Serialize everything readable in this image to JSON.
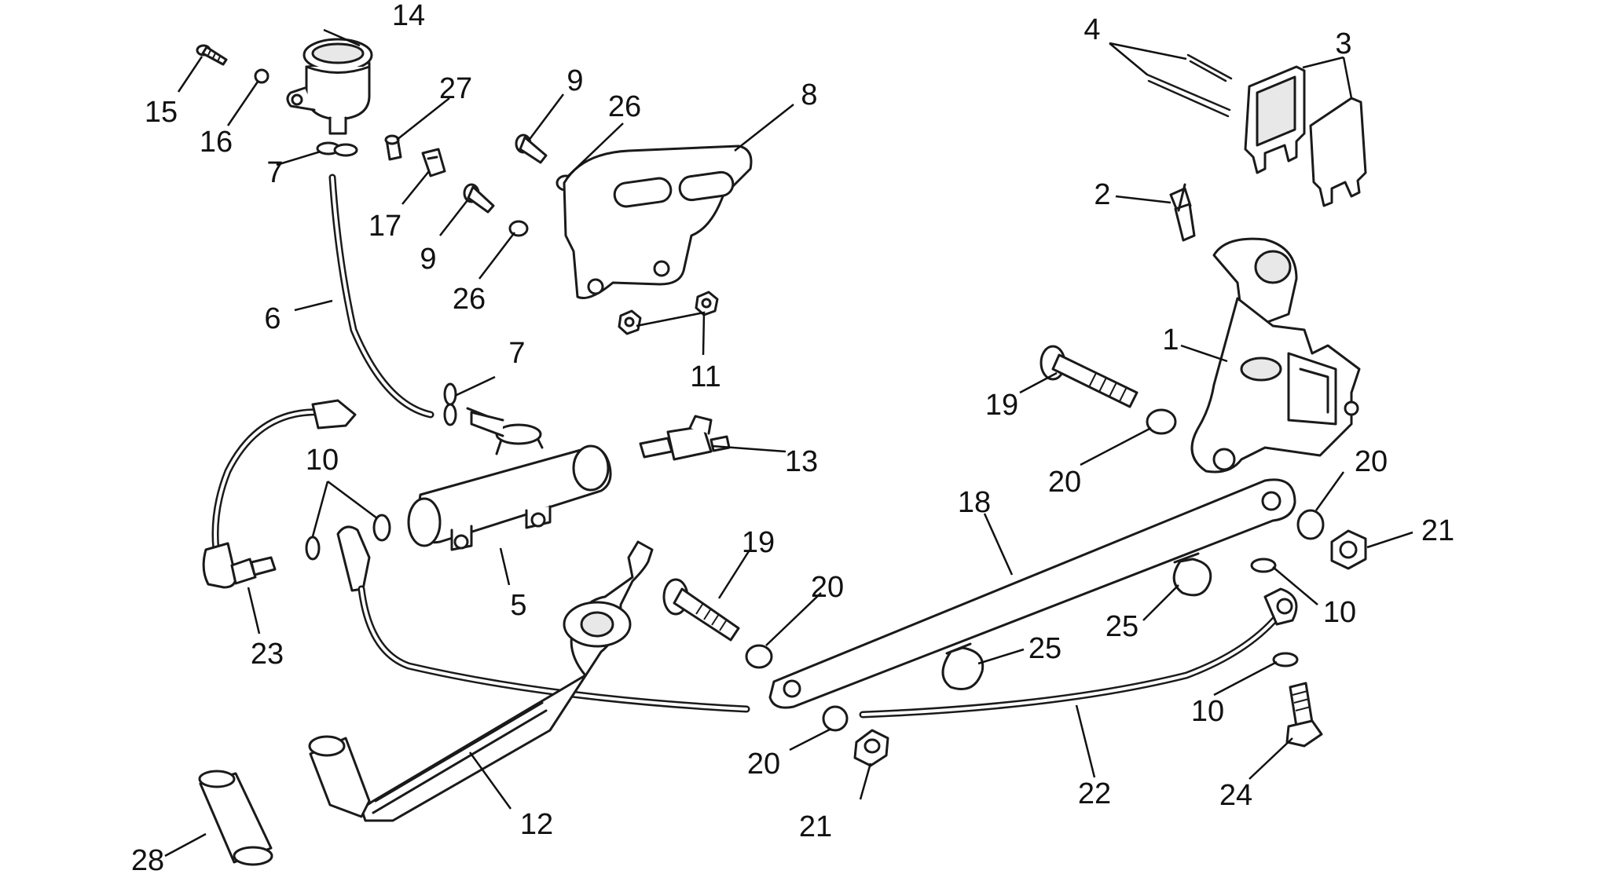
{
  "callouts": [
    {
      "id": "c14",
      "text": "14"
    },
    {
      "id": "c15",
      "text": "15"
    },
    {
      "id": "c16",
      "text": "16"
    },
    {
      "id": "c27",
      "text": "27"
    },
    {
      "id": "c7a",
      "text": "7"
    },
    {
      "id": "c17",
      "text": "17"
    },
    {
      "id": "c9a",
      "text": "9"
    },
    {
      "id": "c26a",
      "text": "26"
    },
    {
      "id": "c9b",
      "text": "9"
    },
    {
      "id": "c26b",
      "text": "26"
    },
    {
      "id": "c8",
      "text": "8"
    },
    {
      "id": "c6",
      "text": "6"
    },
    {
      "id": "c7b",
      "text": "7"
    },
    {
      "id": "c11",
      "text": "11"
    },
    {
      "id": "c4",
      "text": "4"
    },
    {
      "id": "c3",
      "text": "3"
    },
    {
      "id": "c2",
      "text": "2"
    },
    {
      "id": "c1",
      "text": "1"
    },
    {
      "id": "c19a",
      "text": "19"
    },
    {
      "id": "c20a",
      "text": "20"
    },
    {
      "id": "c13",
      "text": "13"
    },
    {
      "id": "c10a",
      "text": "10"
    },
    {
      "id": "c5",
      "text": "5"
    },
    {
      "id": "c23",
      "text": "23"
    },
    {
      "id": "c18",
      "text": "18"
    },
    {
      "id": "c20b",
      "text": "20"
    },
    {
      "id": "c21a",
      "text": "21"
    },
    {
      "id": "c19b",
      "text": "19"
    },
    {
      "id": "c20c",
      "text": "20"
    },
    {
      "id": "c25a",
      "text": "25"
    },
    {
      "id": "c25b",
      "text": "25"
    },
    {
      "id": "c10b",
      "text": "10"
    },
    {
      "id": "c10c",
      "text": "10"
    },
    {
      "id": "c20d",
      "text": "20"
    },
    {
      "id": "c21b",
      "text": "21"
    },
    {
      "id": "c22",
      "text": "22"
    },
    {
      "id": "c24",
      "text": "24"
    },
    {
      "id": "c12",
      "text": "12"
    },
    {
      "id": "c28",
      "text": "28"
    }
  ]
}
